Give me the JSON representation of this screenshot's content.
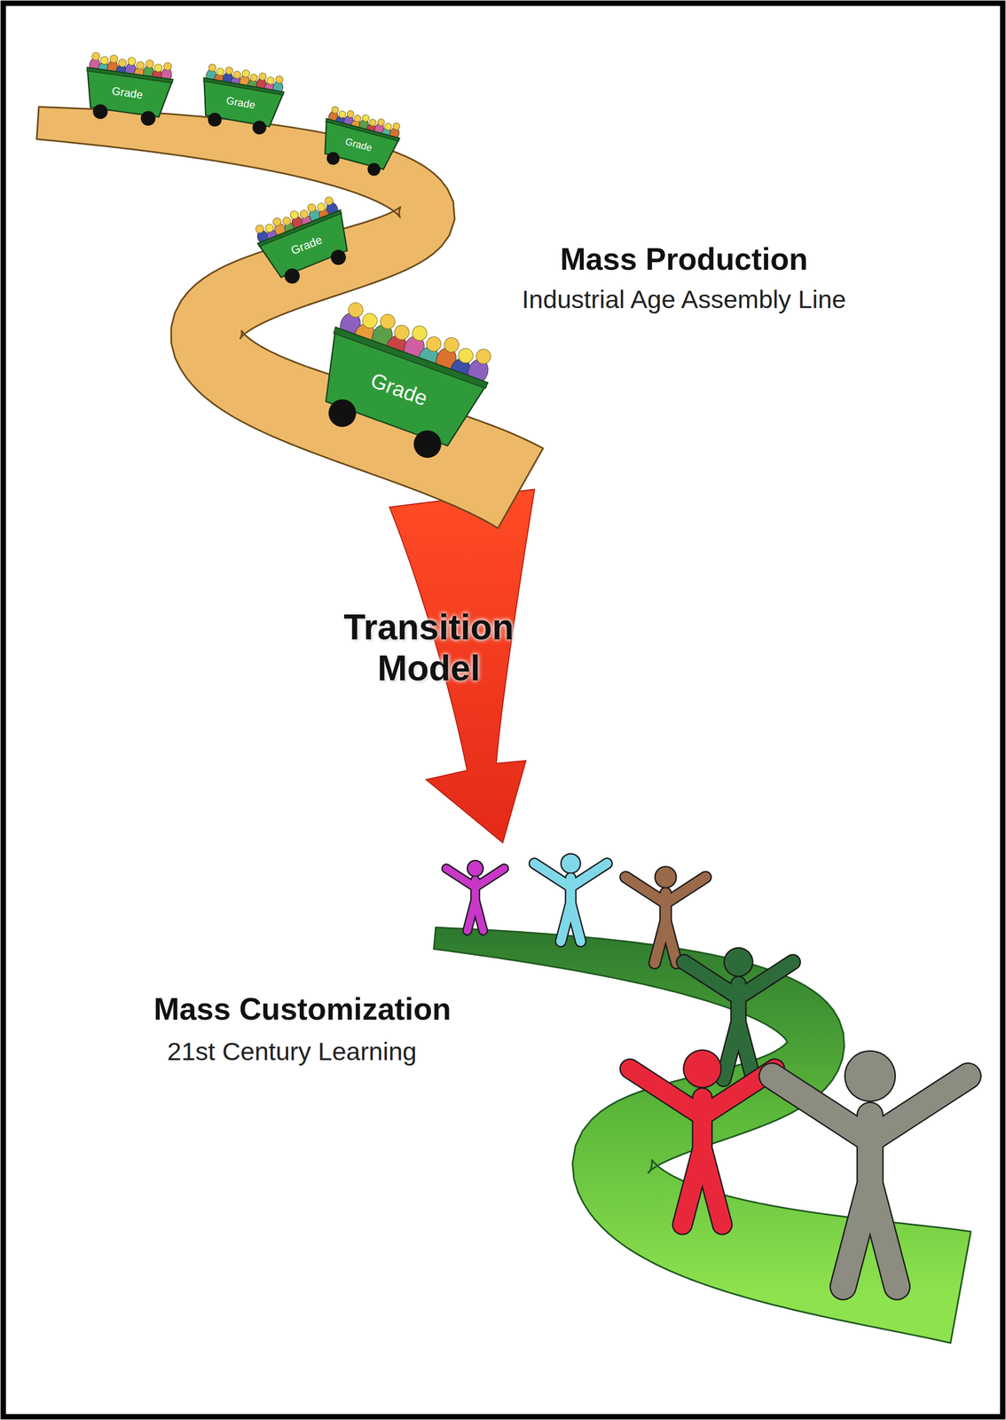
{
  "diagram": {
    "nodes": [
      {
        "text": [
          "Grade"
        ]
      },
      {
        "text": [
          "Grade"
        ]
      },
      {
        "text": [
          "Grade"
        ]
      },
      {
        "text": [
          "Grade"
        ]
      },
      {
        "text": [
          "Grade"
        ]
      }
    ],
    "labels": [
      "Mass Production",
      "Industrial Age Assembly Line",
      "Transition Model",
      "Mass Customization",
      "21st Century Learning"
    ]
  }
}
